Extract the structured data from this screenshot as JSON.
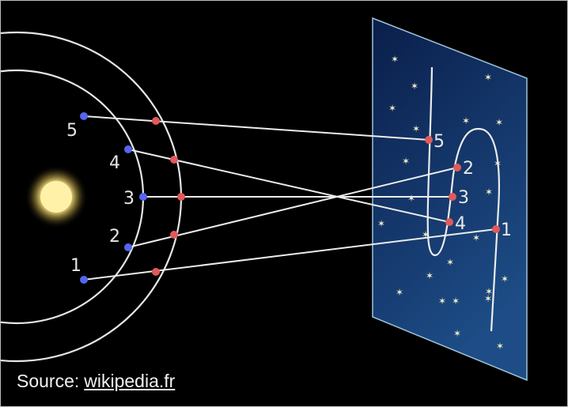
{
  "colors": {
    "background": "#000000",
    "orbit": "#e6e6e6",
    "earth_point": "#5566ee",
    "planet_point": "#e05a5a",
    "sun": "#fff2a8",
    "sky_top": "#0a1e4a",
    "sky_bottom": "#1d4c86",
    "sky_border": "#9fc2d8",
    "star": "#f3efc6"
  },
  "diagram": {
    "earth_labels": [
      "5",
      "4",
      "3",
      "2",
      "1"
    ],
    "sky_labels": [
      "5",
      "2",
      "3",
      "4",
      "1"
    ]
  },
  "source": {
    "prefix": "Source:",
    "link_text": "wikipedia.fr"
  }
}
